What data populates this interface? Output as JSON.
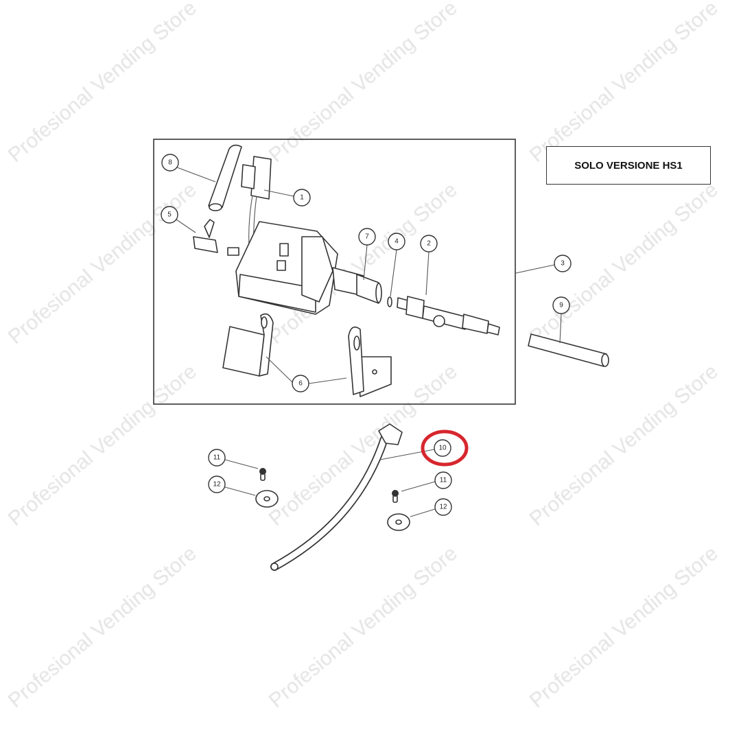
{
  "watermark": "Profesional Vending Store",
  "version_note": "SOLO VERSIONE HS1",
  "highlight_color": "#d7262e",
  "callouts": {
    "c8": "8",
    "c1": "1",
    "c5": "5",
    "c7": "7",
    "c4": "4",
    "c2": "2",
    "c3": "3",
    "c9": "9",
    "c6": "6",
    "c10": "10",
    "c11a": "11",
    "c12a": "12",
    "c11b": "11",
    "c12b": "12"
  },
  "highlighted_part": "10"
}
